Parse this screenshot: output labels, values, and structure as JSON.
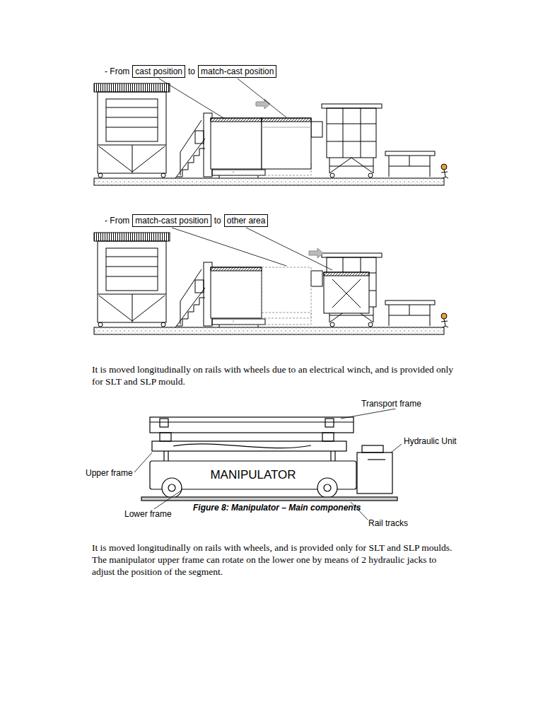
{
  "diagram": {
    "caption": "Figure 8: Manipulator – Main components",
    "nodes": [
      {
        "text": [
          "cast position"
        ]
      },
      {
        "text": [
          "match-cast position"
        ]
      },
      {
        "text": [
          "match-cast position"
        ]
      },
      {
        "text": [
          "other area"
        ]
      }
    ],
    "labels": [
      "- From",
      "to",
      "- From",
      "to",
      "It is moved longitudinally on rails with wheels due to an electrical winch, and is provided only for SLT and SLP mould.",
      "Transport frame",
      "Hydraulic Unit",
      "Upper frame",
      "MANIPULATOR",
      "Lower frame",
      "Rail tracks",
      "It is moved longitudinally on rails with wheels, and is provided only for SLT and SLP moulds. The manipulator upper frame can rotate on the lower one by means of 2 hydraulic jacks to adjust the position of the segment."
    ]
  }
}
